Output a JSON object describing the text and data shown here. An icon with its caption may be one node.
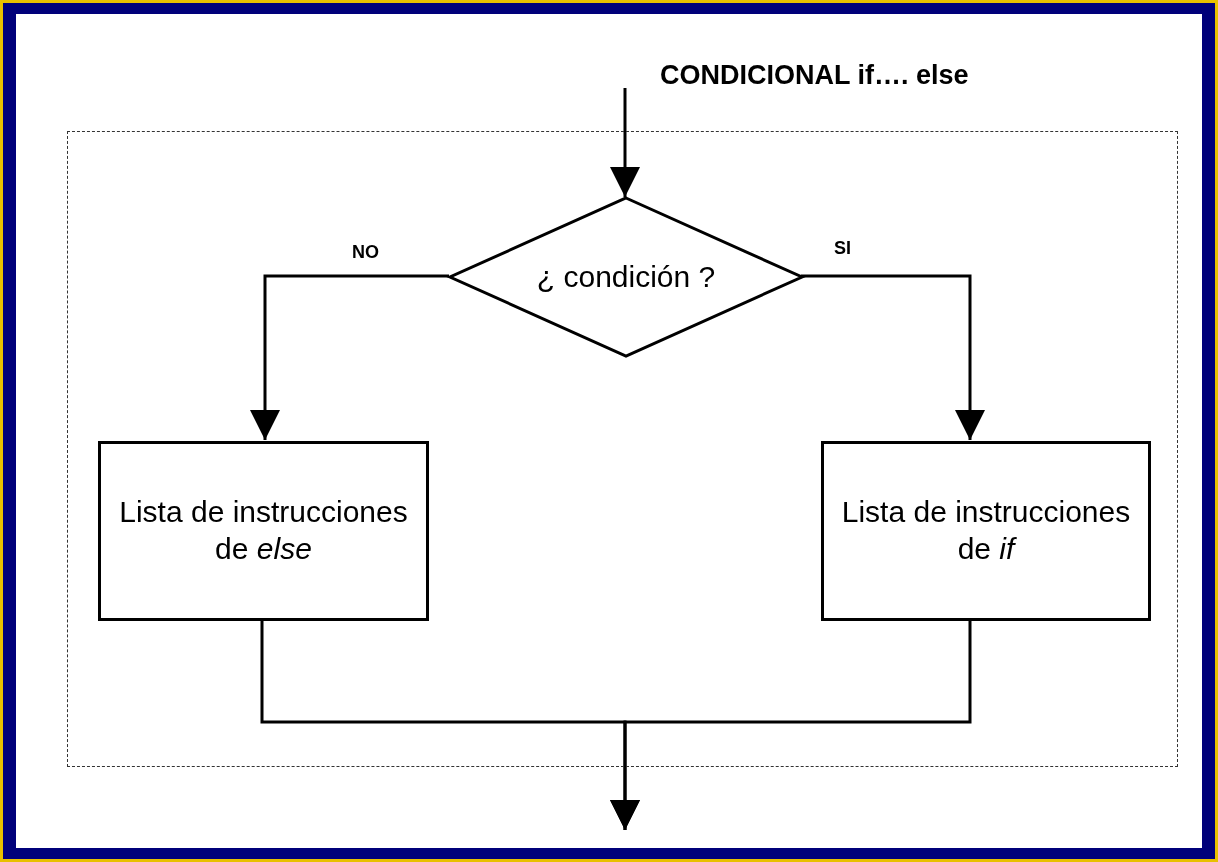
{
  "diagram": {
    "title": "CONDICIONAL if…. else",
    "nodes": [
      {
        "text": [],
        "shape": "box"
      },
      {
        "text": [
          "¿ condición ?"
        ],
        "in": 0
      },
      {
        "text": [
          "Lista de instrucciones de *else*"
        ],
        "in": 0
      },
      {
        "text": [
          "Lista de instrucciones de *if*"
        ],
        "in": 0
      }
    ],
    "edges": [
      {
        "from": null,
        "to": 1,
        "arrow": "to"
      },
      {
        "from": 1,
        "to": 2,
        "arrow": "to",
        "label": "NO"
      },
      {
        "from": 1,
        "to": 3,
        "arrow": "to",
        "label": "SI"
      },
      {
        "from": 2,
        "to": null,
        "arrow": "to"
      },
      {
        "from": 3,
        "to": null,
        "arrow": "to"
      }
    ]
  }
}
